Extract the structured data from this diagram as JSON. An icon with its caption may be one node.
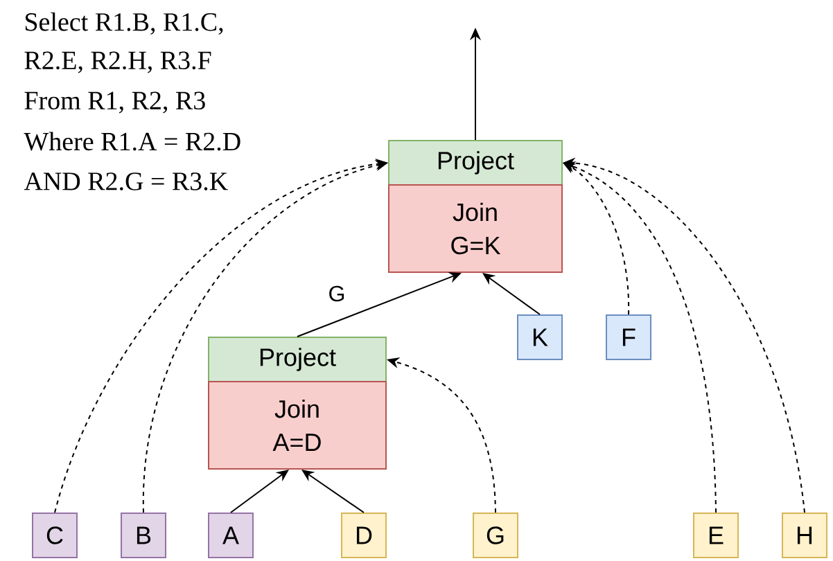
{
  "diagram": {
    "nodes": [
      {
        "text": [
          "Project"
        ]
      },
      {
        "text": [
          "Join",
          "G=K"
        ]
      },
      {
        "text": [
          "Project"
        ]
      },
      {
        "text": [
          "Join",
          "A=D"
        ]
      },
      {
        "text": [
          "K"
        ]
      },
      {
        "text": [
          "F"
        ]
      },
      {
        "text": [
          "C"
        ]
      },
      {
        "text": [
          "B"
        ]
      },
      {
        "text": [
          "A"
        ]
      },
      {
        "text": [
          "D"
        ]
      },
      {
        "text": [
          "G"
        ]
      },
      {
        "text": [
          "E"
        ]
      },
      {
        "text": [
          "H"
        ]
      }
    ],
    "edges": [
      {
        "from": 0,
        "to": null,
        "arrow": "to"
      },
      {
        "from": 2,
        "to": 1,
        "arrow": "to",
        "label": "G"
      },
      {
        "from": 4,
        "to": 1,
        "arrow": "to"
      },
      {
        "from": 8,
        "to": 3,
        "arrow": "to"
      },
      {
        "from": 9,
        "to": 3,
        "arrow": "to"
      },
      {
        "from": 10,
        "to": 2,
        "arrow": "to",
        "style": "dashed"
      },
      {
        "from": 6,
        "to": 0,
        "arrow": "to",
        "style": "dashed"
      },
      {
        "from": 7,
        "to": 0,
        "arrow": "to",
        "style": "dashed"
      },
      {
        "from": 5,
        "to": 0,
        "arrow": "to",
        "style": "dashed"
      },
      {
        "from": 11,
        "to": 0,
        "arrow": "to",
        "style": "dashed"
      },
      {
        "from": 12,
        "to": 0,
        "arrow": "to",
        "style": "dashed"
      }
    ],
    "labels": [
      "Select R1.B, R1.C,",
      "R2.E, R2.H, R3.F",
      "From R1, R2, R3",
      "Where R1.A = R2.D",
      "AND R2.G = R3.K"
    ]
  }
}
